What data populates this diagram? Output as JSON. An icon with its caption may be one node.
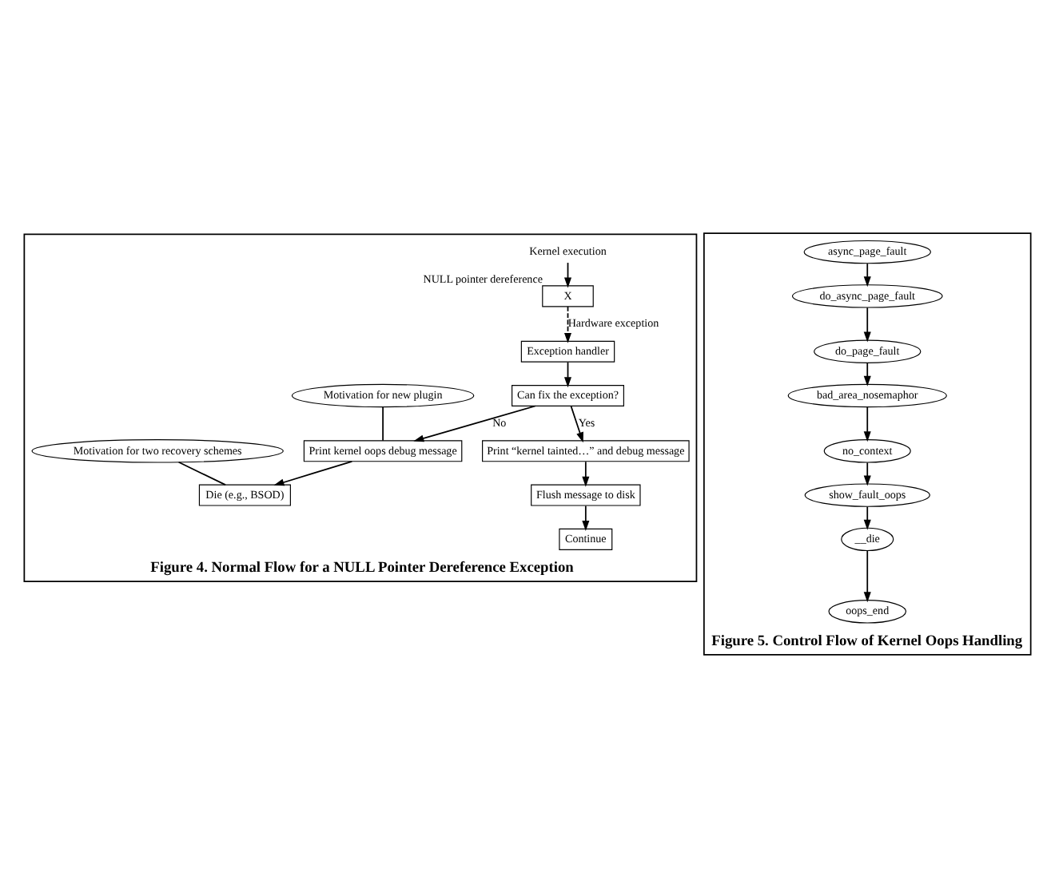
{
  "diagram": {
    "nodes": [
      {
        "text": [
          "Figure 4. Normal Flow for a NULL Pointer Dereference Exception"
        ]
      },
      {
        "text": [
          "Kernel execution"
        ],
        "in": 0
      },
      {
        "text": [
          "X"
        ],
        "in": 0,
        "beside": [
          "NULL pointer dereference"
        ]
      },
      {
        "text": [
          "Exception handler"
        ],
        "in": 0
      },
      {
        "text": [
          "Can fix the exception?"
        ],
        "in": 0
      },
      {
        "text": [
          "Print “kernel tainted…” and debug message"
        ],
        "in": 0
      },
      {
        "text": [
          "Print kernel oops debug message"
        ],
        "in": 0
      },
      {
        "text": [
          "Flush message to disk"
        ],
        "in": 0
      },
      {
        "text": [
          "Continue"
        ],
        "in": 0
      },
      {
        "text": [
          "Die (e.g., BSOD)"
        ],
        "in": 0
      },
      {
        "text": [
          "Motivation for new plugin"
        ],
        "in": 0
      },
      {
        "text": [
          "Motivation for two recovery schemes"
        ],
        "in": 0
      },
      {
        "text": [
          "Figure 5. Control Flow of Kernel Oops Handling"
        ]
      },
      {
        "text": [
          "async_page_fault"
        ],
        "in": 12
      },
      {
        "text": [
          "do_async_page_fault"
        ],
        "in": 12
      },
      {
        "text": [
          "do_page_fault"
        ],
        "in": 12
      },
      {
        "text": [
          "bad_area_nosemaphor"
        ],
        "in": 12
      },
      {
        "text": [
          "no_context"
        ],
        "in": 12
      },
      {
        "text": [
          "show_fault_oops"
        ],
        "in": 12
      },
      {
        "text": [
          "__die"
        ],
        "in": 12
      },
      {
        "text": [
          "oops_end"
        ],
        "in": 12
      }
    ],
    "edges": [
      {
        "from": 1,
        "to": 2,
        "arrow": "to"
      },
      {
        "from": 2,
        "to": 3,
        "arrow": "to",
        "style": "dashed",
        "label": "Hardware exception"
      },
      {
        "from": 3,
        "to": 4,
        "arrow": "to"
      },
      {
        "from": 4,
        "to": 5,
        "arrow": "to",
        "label": "Yes"
      },
      {
        "from": 4,
        "to": 6,
        "arrow": "to",
        "label": "No"
      },
      {
        "from": 5,
        "to": 7,
        "arrow": "to"
      },
      {
        "from": 7,
        "to": 8,
        "arrow": "to"
      },
      {
        "from": 6,
        "to": 9,
        "arrow": "to"
      },
      {
        "from": 10,
        "to": 6,
        "arrow": "none"
      },
      {
        "from": 11,
        "to": 9,
        "arrow": "none"
      },
      {
        "from": 13,
        "to": 14,
        "arrow": "to"
      },
      {
        "from": 14,
        "to": 15,
        "arrow": "to"
      },
      {
        "from": 15,
        "to": 16,
        "arrow": "to"
      },
      {
        "from": 16,
        "to": 17,
        "arrow": "to"
      },
      {
        "from": 17,
        "to": 18,
        "arrow": "to"
      },
      {
        "from": 18,
        "to": 19,
        "arrow": "to"
      },
      {
        "from": 19,
        "to": 20,
        "arrow": "to"
      }
    ]
  }
}
